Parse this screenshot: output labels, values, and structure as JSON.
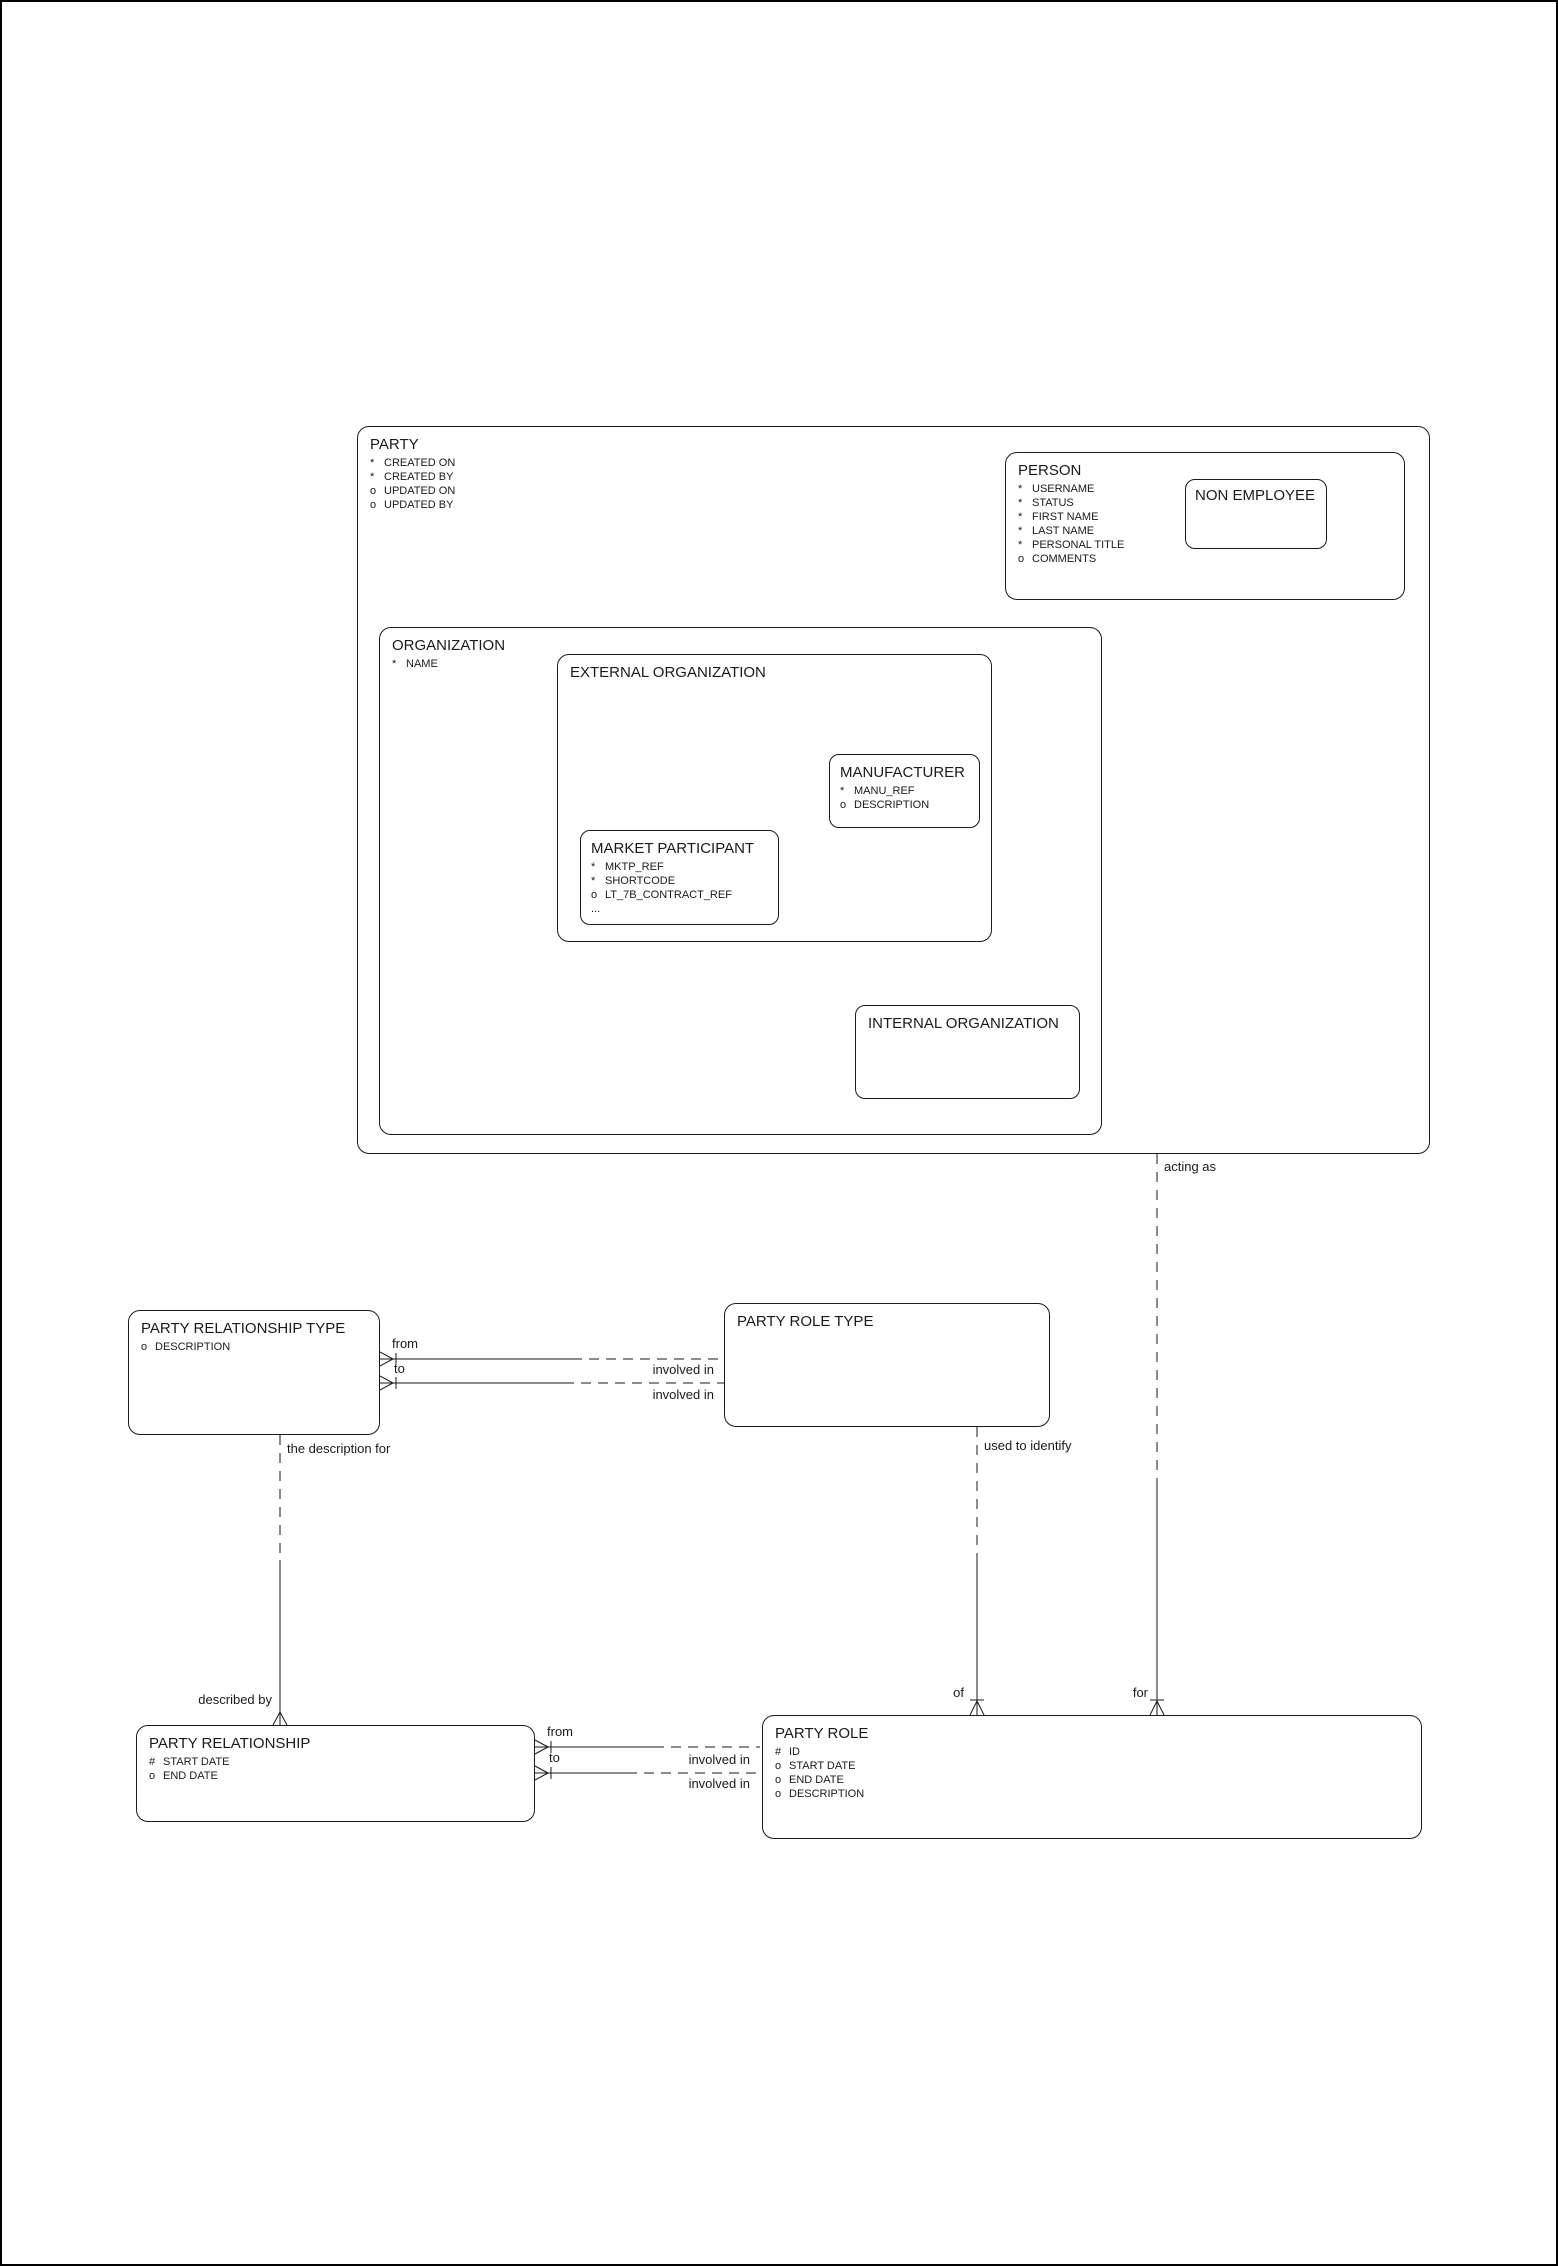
{
  "entities": {
    "party": {
      "title": "PARTY",
      "attrs": [
        {
          "m": "*",
          "t": "CREATED ON"
        },
        {
          "m": "*",
          "t": "CREATED BY"
        },
        {
          "m": "o",
          "t": "UPDATED ON"
        },
        {
          "m": "o",
          "t": "UPDATED BY"
        }
      ]
    },
    "person": {
      "title": "PERSON",
      "attrs": [
        {
          "m": "*",
          "t": "USERNAME"
        },
        {
          "m": "*",
          "t": "STATUS"
        },
        {
          "m": "*",
          "t": "FIRST NAME"
        },
        {
          "m": "*",
          "t": "LAST NAME"
        },
        {
          "m": "*",
          "t": "PERSONAL TITLE"
        },
        {
          "m": "o",
          "t": "COMMENTS"
        }
      ]
    },
    "non_employee": {
      "title": "NON EMPLOYEE"
    },
    "organization": {
      "title": "ORGANIZATION",
      "attrs": [
        {
          "m": "*",
          "t": "NAME"
        }
      ]
    },
    "external_organization": {
      "title": "EXTERNAL ORGANIZATION"
    },
    "manufacturer": {
      "title": "MANUFACTURER",
      "attrs": [
        {
          "m": "*",
          "t": "MANU_REF"
        },
        {
          "m": "o",
          "t": "DESCRIPTION"
        }
      ]
    },
    "market_participant": {
      "title": "MARKET PARTICIPANT",
      "attrs": [
        {
          "m": "*",
          "t": "MKTP_REF"
        },
        {
          "m": "*",
          "t": "SHORTCODE"
        },
        {
          "m": "o",
          "t": "LT_7B_CONTRACT_REF"
        },
        {
          "m": "...",
          "t": ""
        }
      ]
    },
    "internal_organization": {
      "title": "INTERNAL ORGANIZATION"
    },
    "party_relationship_type": {
      "title": "PARTY RELATIONSHIP TYPE",
      "attrs": [
        {
          "m": "o",
          "t": "DESCRIPTION"
        }
      ]
    },
    "party_role_type": {
      "title": "PARTY ROLE TYPE"
    },
    "party_relationship": {
      "title": "PARTY RELATIONSHIP",
      "attrs": [
        {
          "m": "#",
          "t": "START DATE"
        },
        {
          "m": "o",
          "t": "END DATE"
        }
      ]
    },
    "party_role": {
      "title": "PARTY ROLE",
      "attrs": [
        {
          "m": "#",
          "t": "ID"
        },
        {
          "m": "o",
          "t": "START DATE"
        },
        {
          "m": "o",
          "t": "END DATE"
        },
        {
          "m": "o",
          "t": "DESCRIPTION"
        }
      ]
    }
  },
  "relationships": {
    "acting_as": "acting as",
    "for_label": "for",
    "used_to_identify": "used to identify",
    "of_label": "of",
    "the_description_for": "the description for",
    "described_by": "described by",
    "prt_from": "from",
    "prt_to": "to",
    "prt_involved_in_1": "involved in",
    "prt_involved_in_2": "involved in",
    "pr_from": "from",
    "pr_to": "to",
    "pr_involved_in_1": "involved in",
    "pr_involved_in_2": "involved in"
  },
  "colors": {
    "line": "#1a1a1a",
    "background": "#ffffff"
  }
}
